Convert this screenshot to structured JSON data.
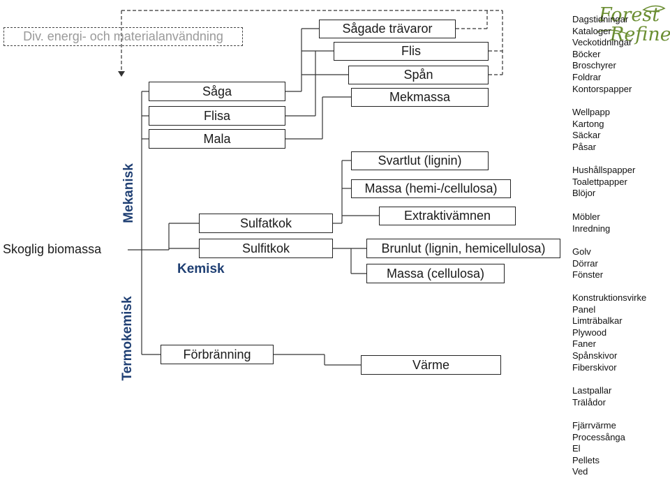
{
  "logo": {
    "line1": "Forest",
    "line2": "Refine",
    "color": "#6b8e32"
  },
  "source": "Skoglig biomassa",
  "dashed_box": "Div. energi- och materialanvändning",
  "branches": {
    "mekanisk": "Mekanisk",
    "termokemisk": "Termokemisk",
    "kemisk": "Kemisk"
  },
  "processes": {
    "saga": "Såga",
    "flisa": "Flisa",
    "mala": "Mala",
    "sulfatkok": "Sulfatkok",
    "sulfitkok": "Sulfitkok",
    "forbranning": "Förbränning"
  },
  "products": {
    "sagade": "Sågade trävaror",
    "flis": "Flis",
    "span": "Spån",
    "mekmassa": "Mekmassa",
    "svartlut": "Svartlut (lignin)",
    "massa_hemi": "Massa (hemi-/cellulosa)",
    "extrakt": "Extraktivämnen",
    "brunlut": "Brunlut (lignin, hemicellulosa)",
    "massa_cell": "Massa (cellulosa)",
    "varme": "Värme"
  },
  "categories": [
    [
      "Dagstidningar",
      "Kataloger",
      "Veckotidningar",
      "Böcker",
      "Broschyrer",
      "Foldrar",
      "Kontorspapper"
    ],
    [
      "Wellpapp",
      "Kartong",
      "Säckar",
      "Påsar"
    ],
    [
      "Hushållspapper",
      "Toalettpapper",
      "Blöjor"
    ],
    [
      "Möbler",
      "Inredning"
    ],
    [
      "Golv",
      "Dörrar",
      "Fönster"
    ],
    [
      "Konstruktionsvirke",
      "Panel",
      "Limträbalkar",
      "Plywood",
      "Faner",
      "Spånskivor",
      "Fiberskivor"
    ],
    [
      "Lastpallar",
      "Trälådor"
    ],
    [
      "Fjärrvärme",
      "Processånga",
      "El",
      "Pellets",
      "Ved"
    ]
  ]
}
